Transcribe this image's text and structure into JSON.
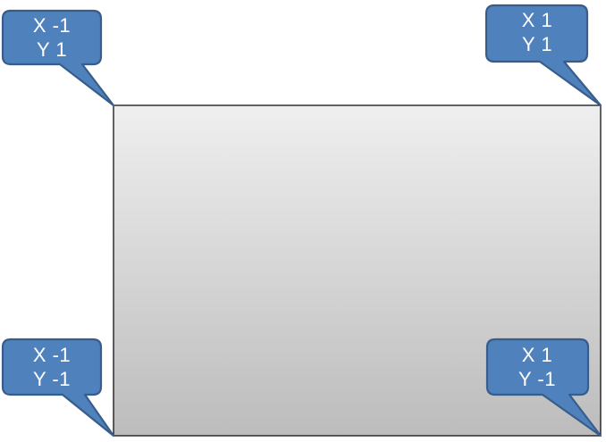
{
  "diagram": {
    "colors": {
      "callout_fill": "#4f81bd",
      "callout_stroke": "#385d8a",
      "callout_text": "#ffffff",
      "rect_gradient_top": "#efefef",
      "rect_gradient_bottom": "#bcbcbc",
      "rect_border": "#000000"
    },
    "callouts": {
      "top_left": {
        "x": "X -1",
        "y": "Y 1"
      },
      "top_right": {
        "x": "X 1",
        "y": "Y 1"
      },
      "bottom_left": {
        "x": "X -1",
        "y": "Y -1"
      },
      "bottom_right": {
        "x": "X 1",
        "y": "Y -1"
      }
    }
  }
}
